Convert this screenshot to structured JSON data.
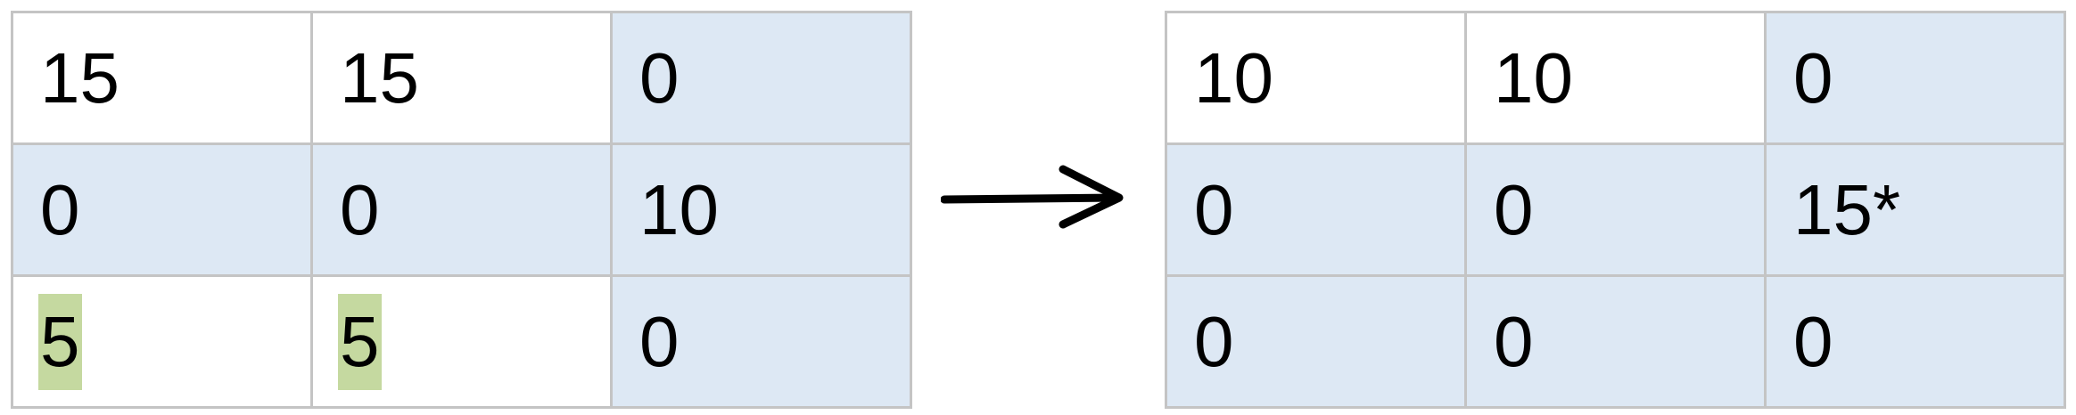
{
  "left_table": {
    "rows": [
      [
        {
          "value": "15",
          "shaded": false,
          "highlight": false
        },
        {
          "value": "15",
          "shaded": false,
          "highlight": false
        },
        {
          "value": "0",
          "shaded": true,
          "highlight": false
        }
      ],
      [
        {
          "value": "0",
          "shaded": true,
          "highlight": false
        },
        {
          "value": "0",
          "shaded": true,
          "highlight": false
        },
        {
          "value": "10",
          "shaded": true,
          "highlight": false
        }
      ],
      [
        {
          "value": "5",
          "shaded": false,
          "highlight": true
        },
        {
          "value": "5",
          "shaded": false,
          "highlight": true
        },
        {
          "value": "0",
          "shaded": true,
          "highlight": false
        }
      ]
    ]
  },
  "right_table": {
    "rows": [
      [
        {
          "value": "10",
          "shaded": false,
          "highlight": false
        },
        {
          "value": "10",
          "shaded": false,
          "highlight": false
        },
        {
          "value": "0",
          "shaded": true,
          "highlight": false
        }
      ],
      [
        {
          "value": "0",
          "shaded": true,
          "highlight": false
        },
        {
          "value": "0",
          "shaded": true,
          "highlight": false
        },
        {
          "value": "15*",
          "shaded": true,
          "highlight": false
        }
      ],
      [
        {
          "value": "0",
          "shaded": true,
          "highlight": false
        },
        {
          "value": "0",
          "shaded": true,
          "highlight": false
        },
        {
          "value": "0",
          "shaded": true,
          "highlight": false
        }
      ]
    ]
  },
  "colors": {
    "shaded_cell": "#dde8f4",
    "highlight": "#c5d9a0",
    "grid_line": "#c4c4c4",
    "text": "#000000"
  },
  "icons": {
    "arrow": "right-arrow-icon"
  }
}
